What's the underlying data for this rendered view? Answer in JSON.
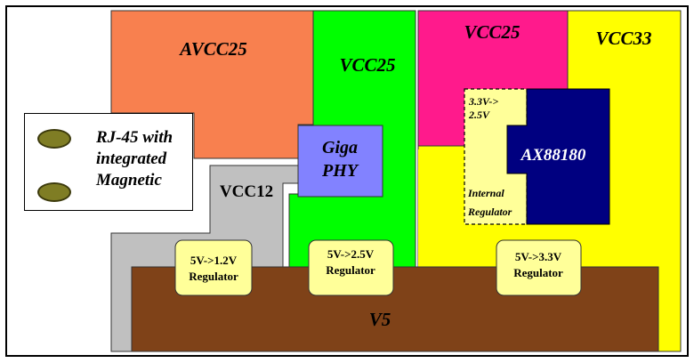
{
  "regions": {
    "avcc25": "AVCC25",
    "vcc25_green": "VCC25",
    "vcc25_pink": "VCC25",
    "vcc33": "VCC33",
    "vcc12": "VCC12",
    "v5": "V5"
  },
  "chips": {
    "giga_phy_line1": "Giga",
    "giga_phy_line2": "PHY",
    "ax88180": "AX88180",
    "internal_reg_top1": "3.3V->",
    "internal_reg_top2": "2.5V",
    "internal_reg_bottom1": "Internal",
    "internal_reg_bottom2": "Regulator"
  },
  "regulators": [
    {
      "line1": "5V->1.2V",
      "line2": "Regulator"
    },
    {
      "line1": "5V->2.5V",
      "line2": "Regulator"
    },
    {
      "line1": "5V->3.3V",
      "line2": "Regulator"
    }
  ],
  "legend": {
    "text_line1": "RJ-45 with",
    "text_line2": "integrated",
    "text_line3": "Magnetic"
  },
  "colors": {
    "avcc25": "#f8804f",
    "vcc25_green": "#00ff00",
    "vcc25_pink": "#ff1a8c",
    "vcc33": "#ffff00",
    "vcc12": "#c0c0c0",
    "v5": "#7f4218",
    "phy": "#8282ff",
    "ax88180": "#000080",
    "regulator": "#ffff99"
  }
}
